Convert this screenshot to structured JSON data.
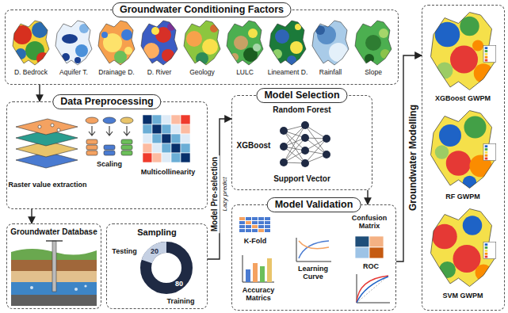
{
  "diagram": {
    "nodes": [
      {
        "text": [
          "Groundwater Conditioning Factors"
        ]
      },
      {
        "text": [
          "Data Preprocessing"
        ]
      },
      {
        "text": [
          "Groundwater Database"
        ]
      },
      {
        "text": [
          "Sampling"
        ]
      },
      {
        "text": [
          "Model Selection"
        ]
      },
      {
        "text": [
          "Model Validation"
        ]
      },
      {
        "text": [
          "Groundwater Modelling"
        ]
      }
    ],
    "edges": [
      {
        "from": 0,
        "to": 1,
        "arrow": "to"
      },
      {
        "from": 1,
        "to": 2,
        "arrow": "to"
      },
      {
        "from": 3,
        "to": 4,
        "arrow": "to"
      },
      {
        "from": 4,
        "to": 5,
        "arrow": "to"
      },
      {
        "from": 5,
        "to": 6,
        "arrow": "to"
      }
    ],
    "labels": [
      "D. Bedrock",
      "Aquifer T.",
      "Drainage D.",
      "D. River",
      "Geology",
      "LULC",
      "Lineament D.",
      "Rainfall",
      "Slope",
      "Raster value extraction",
      "Scaling",
      "Multicollinearity",
      "Testing",
      "20",
      "80",
      "Training",
      "Model Pre-selection",
      "Lazy predict",
      "Random Forest",
      "XGBoost",
      "Support Vector",
      "K-Fold",
      "Confusion Matrix",
      "Learning Curve",
      "Accuracy Matrics",
      "ROC",
      "XGBoost GWPM",
      "RF GWPM",
      "SVM GWPM"
    ]
  }
}
